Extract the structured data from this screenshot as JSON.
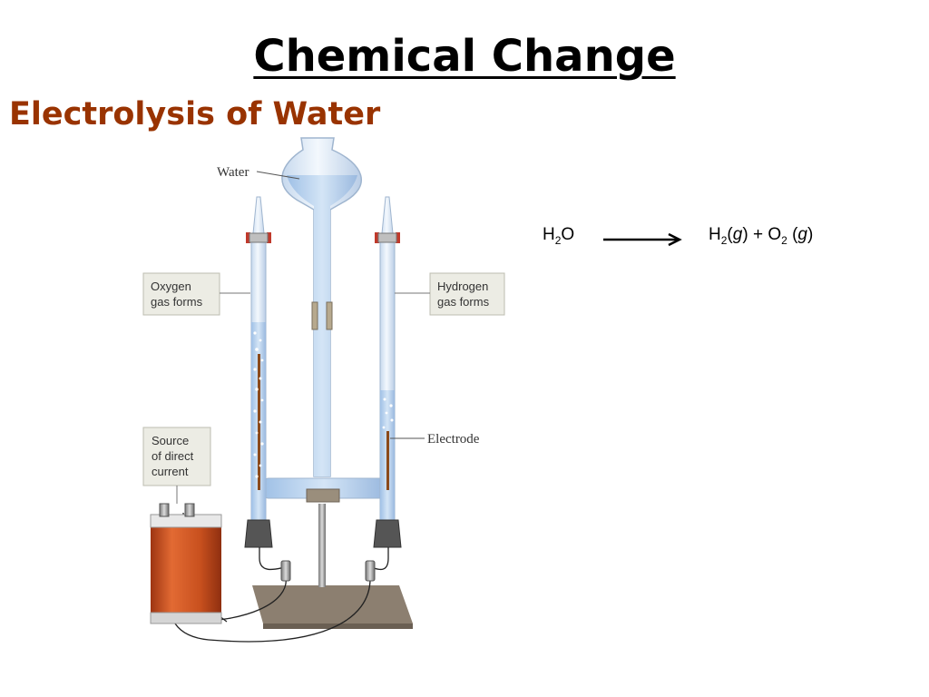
{
  "title": "Chemical Change",
  "subtitle": "Electrolysis of Water",
  "diagram": {
    "labels": {
      "water": "Water",
      "oxygen_1": "Oxygen",
      "oxygen_2": "gas forms",
      "hydrogen_1": "Hydrogen",
      "hydrogen_2": "gas forms",
      "source_1": "Source",
      "source_2": "of direct",
      "source_3": "current",
      "electrode": "Electrode"
    }
  },
  "equation": {
    "reactant_base": "H",
    "reactant_sub": "2",
    "reactant_tail": "O",
    "h2_base": "H",
    "h2_sub": "2",
    "h2_state_open": "(",
    "h2_state": "g",
    "h2_state_close": ")",
    "plus": "+",
    "o2_base": "O",
    "o2_sub": "2",
    "o2_state_open": "(",
    "o2_state": "g",
    "o2_state_close": ")"
  },
  "colors": {
    "title_text": "#000000",
    "subtitle_text": "#993300",
    "water": "#bcd4ee",
    "glass": "#dde9f6",
    "battery": "#c8501e",
    "label_box": "#ecece4"
  }
}
